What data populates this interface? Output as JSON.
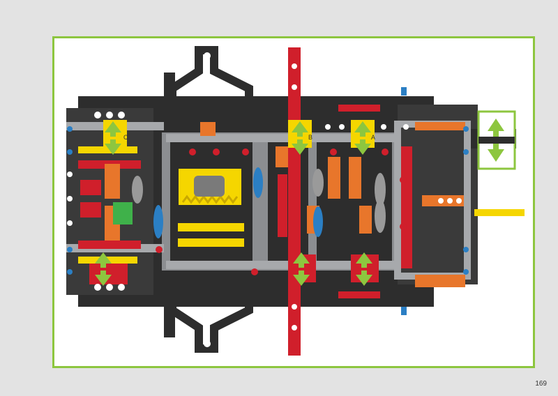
{
  "page": {
    "number": "169",
    "background": "#e3e3e3",
    "frame_color": "#8dc63f"
  },
  "model": {
    "part_letters": [
      "C",
      "B",
      "A"
    ],
    "colors": {
      "black": "#2d2d2d",
      "dark_gray": "#595959",
      "light_gray": "#a7a9ac",
      "red": "#d01f2b",
      "yellow": "#f5d600",
      "orange": "#e8762b",
      "blue": "#2b7fc4",
      "green": "#3fb14a",
      "arrow_green": "#8dc63f"
    }
  }
}
